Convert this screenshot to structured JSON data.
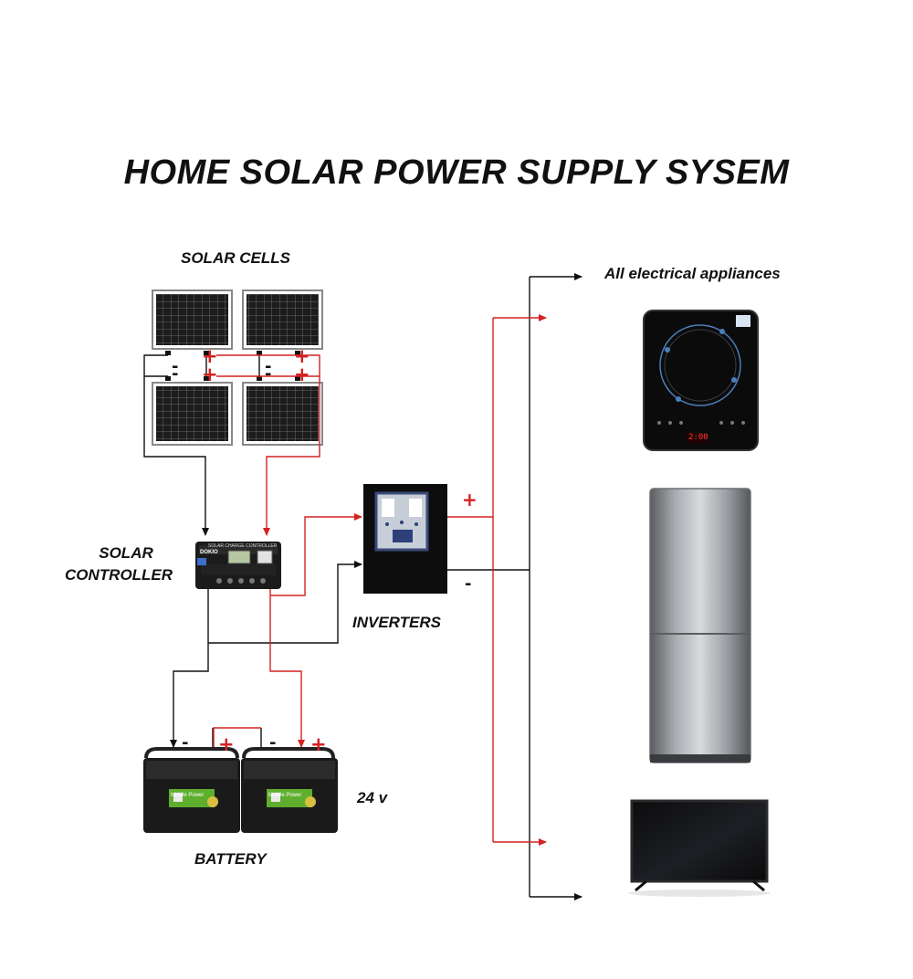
{
  "title": "HOME SOLAR POWER SUPPLY SYSEM",
  "labels": {
    "solar_cells": "SOLAR CELLS",
    "solar_controller_line1": "SOLAR",
    "solar_controller_line2": "CONTROLLER",
    "inverters": "INVERTERS",
    "battery": "BATTERY",
    "voltage": "24 v",
    "appliances": "All electrical appliances"
  },
  "device_text": {
    "controller_panel": "SOLAR CHARGE CONTROLLER",
    "controller_brand": "DOKIO",
    "battery_label": "Mobile Power",
    "cooktop_time": "2:00"
  },
  "signs": {
    "positive": "+",
    "negative": "-"
  },
  "colors": {
    "positive_wire": "#d42222",
    "negative_wire": "#111111"
  },
  "icons": [
    "solar-panel-icon",
    "charge-controller-icon",
    "inverter-icon",
    "battery-icon",
    "induction-cooktop-icon",
    "refrigerator-icon",
    "television-icon",
    "arrow-icon"
  ]
}
